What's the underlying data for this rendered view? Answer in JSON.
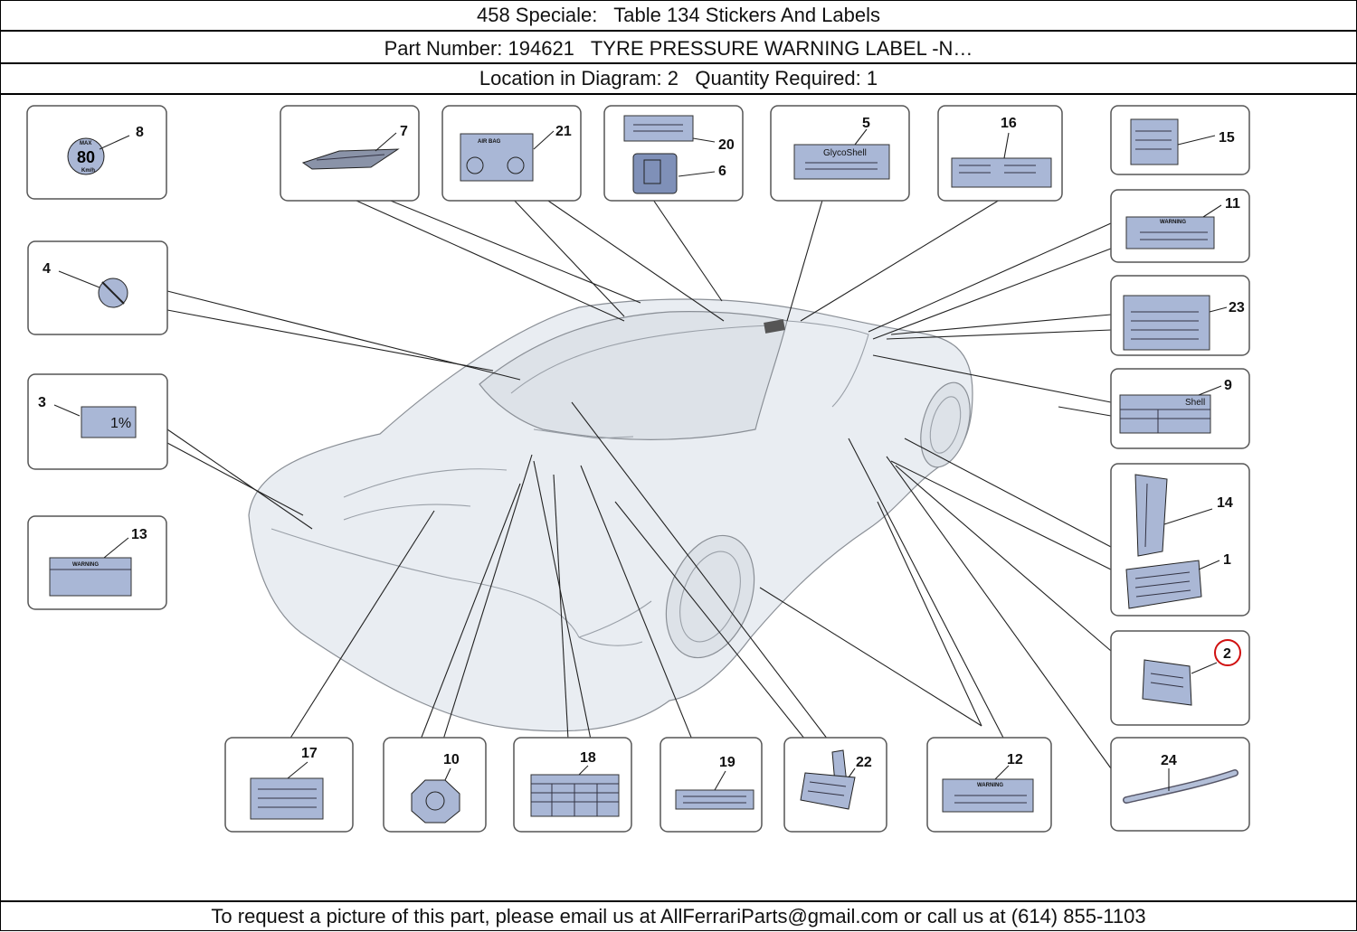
{
  "header": {
    "title": "458 Speciale:   Table 134 Stickers And Labels",
    "part": "Part Number: 194621   TYRE PRESSURE WARNING LABEL -N…",
    "location": "Location in Diagram: 2   Quantity Required: 1"
  },
  "footer": {
    "text": "To request a picture of this part, please email us at AllFerrariParts@gmail.com or call us at (614) 855-1103"
  },
  "diagram": {
    "callouts": [
      "8",
      "7",
      "21",
      "20",
      "6",
      "5",
      "16",
      "15",
      "11",
      "23",
      "4",
      "3",
      "9",
      "13",
      "14",
      "1",
      "2",
      "24",
      "17",
      "10",
      "18",
      "19",
      "22",
      "12"
    ],
    "highlighted": "2",
    "label_texts": {
      "max": "MAX",
      "speed": "80",
      "kmh": "Km/h",
      "airbag": "AIR BAG",
      "glycoshell": "GlycoShell",
      "warning": "WARNING",
      "percent": "1%",
      "shell": "Shell"
    }
  }
}
